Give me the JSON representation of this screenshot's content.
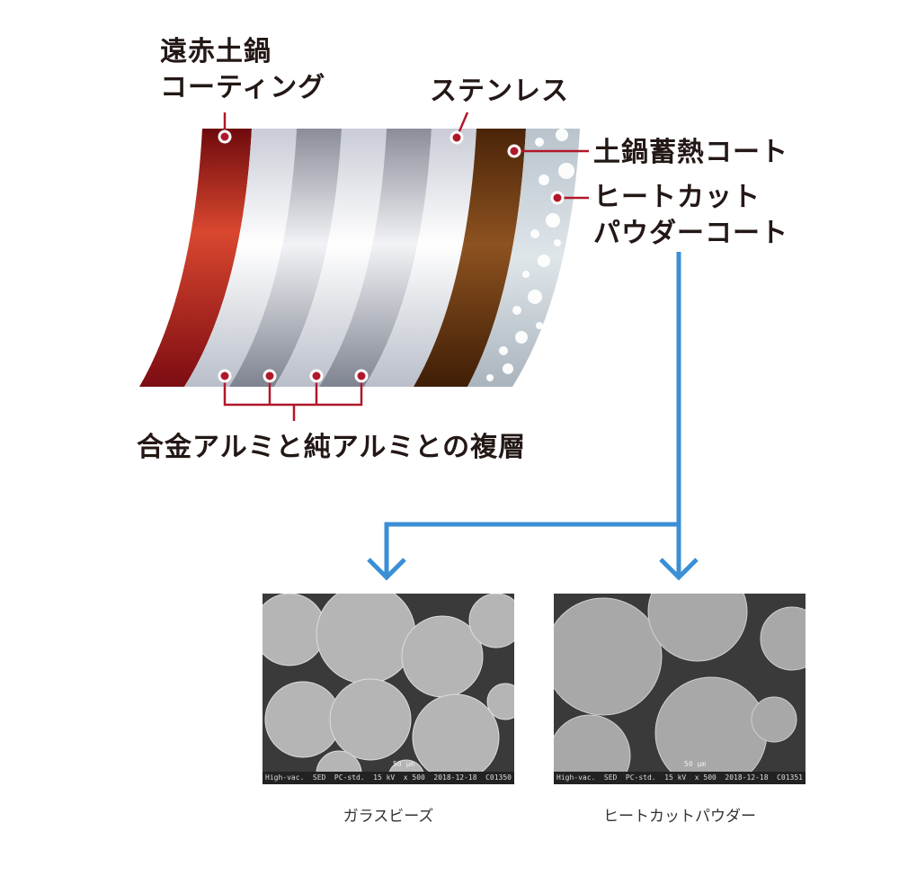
{
  "labels": {
    "far_infrared": [
      "遠赤土鍋",
      "コーティング"
    ],
    "stainless": "ステンレス",
    "donabe_coat": "土鍋蓄熱コート",
    "heatcut": [
      "ヒートカット",
      "パウダーコート"
    ],
    "alloy": "合金アルミと純アルミとの複層"
  },
  "images": [
    {
      "caption": "ガラスビーズ",
      "footer": [
        "High-vac.",
        "SED",
        "PC-std.",
        "15 kV",
        "x 500",
        "2018-12-18",
        "C01350"
      ],
      "scale": "50 μm"
    },
    {
      "caption": "ヒートカットパウダー",
      "footer": [
        "High-vac.",
        "SED",
        "PC-std.",
        "15 kV",
        "x 500",
        "2018-12-18",
        "C01351"
      ],
      "scale": "50 μm"
    }
  ],
  "colors": {
    "accent_line": "#b0182a",
    "arrow": "#3b8fd6",
    "red_layer": "#b8282a",
    "brown_layer": "#6b3810"
  }
}
